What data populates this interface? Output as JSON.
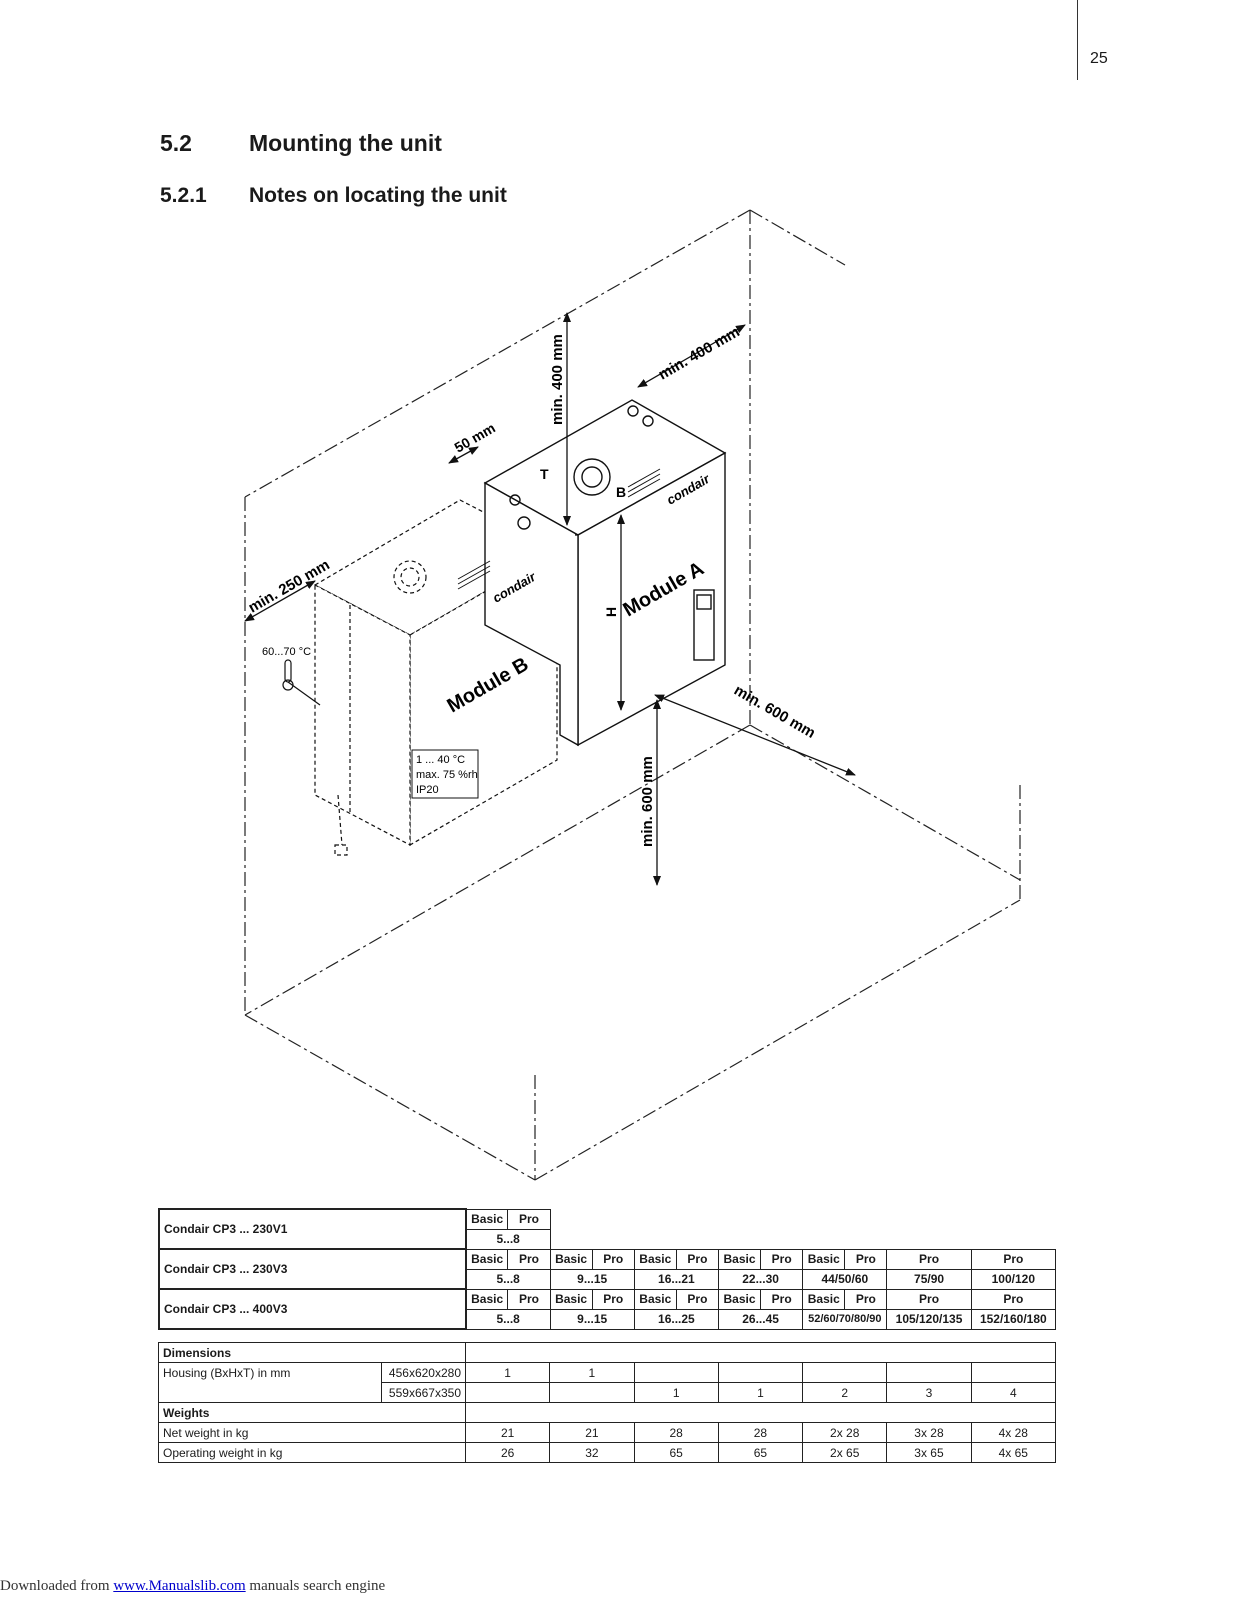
{
  "page": {
    "number": "25"
  },
  "section": {
    "number": "5.2",
    "title": "Mounting the unit"
  },
  "subsection": {
    "number": "5.2.1",
    "title": "Notes on locating the unit"
  },
  "figure": {
    "dim_top": "min. 400 mm",
    "dim_back": "min. 400 mm",
    "dim_gap": "50 mm",
    "dim_left": "min. 250 mm",
    "dim_front": "min. 600 mm",
    "dim_bottom": "min. 600 mm",
    "module_a": "Module A",
    "module_b": "Module B",
    "letter_h": "H",
    "letter_t": "T",
    "letter_b": "B",
    "brand_a": "condair",
    "brand_b": "condair",
    "temp_pipe": "60...70 °C",
    "ambient_1": "1 ... 40 °C",
    "ambient_2": "max. 75 %rh",
    "ambient_3": "IP20"
  },
  "models_table": {
    "rows": [
      {
        "label": "Condair CP3 ... 230V1",
        "groups": [
          {
            "variants": [
              "Basic",
              "Pro"
            ],
            "capacity": "5...8"
          }
        ]
      },
      {
        "label": "Condair CP3 ... 230V3",
        "groups": [
          {
            "variants": [
              "Basic",
              "Pro"
            ],
            "capacity": "5...8"
          },
          {
            "variants": [
              "Basic",
              "Pro"
            ],
            "capacity": "9...15"
          },
          {
            "variants": [
              "Basic",
              "Pro"
            ],
            "capacity": "16...21"
          },
          {
            "variants": [
              "Basic",
              "Pro"
            ],
            "capacity": "22...30"
          },
          {
            "variants": [
              "Basic",
              "Pro"
            ],
            "capacity": "44/50/60"
          },
          {
            "variants": [
              "Pro"
            ],
            "capacity": "75/90"
          },
          {
            "variants": [
              "Pro"
            ],
            "capacity": "100/120"
          }
        ]
      },
      {
        "label": "Condair CP3 ... 400V3",
        "groups": [
          {
            "variants": [
              "Basic",
              "Pro"
            ],
            "capacity": "5...8"
          },
          {
            "variants": [
              "Basic",
              "Pro"
            ],
            "capacity": "9...15"
          },
          {
            "variants": [
              "Basic",
              "Pro"
            ],
            "capacity": "16...25"
          },
          {
            "variants": [
              "Basic",
              "Pro"
            ],
            "capacity": "26...45"
          },
          {
            "variants": [
              "Basic",
              "Pro"
            ],
            "capacity": "52/60/70/80/90"
          },
          {
            "variants": [
              "Pro"
            ],
            "capacity": "105/120/135"
          },
          {
            "variants": [
              "Pro"
            ],
            "capacity": "152/160/180"
          }
        ]
      }
    ]
  },
  "specs_table": {
    "dimensions_header": "Dimensions",
    "housing_label": "Housing (BxHxT) in mm",
    "housing_rows": [
      {
        "size": "456x620x280",
        "values": [
          "1",
          "1",
          "",
          "",
          "",
          "",
          ""
        ]
      },
      {
        "size": "559x667x350",
        "values": [
          "",
          "",
          "1",
          "1",
          "2",
          "3",
          "4"
        ]
      }
    ],
    "weights_header": "Weights",
    "net_label": "Net weight in kg",
    "net_values": [
      "21",
      "21",
      "28",
      "28",
      "2x 28",
      "3x 28",
      "4x 28"
    ],
    "operating_label": "Operating weight in kg",
    "operating_values": [
      "26",
      "32",
      "65",
      "65",
      "2x 65",
      "3x 65",
      "4x 65"
    ]
  },
  "footer": {
    "prefix": "Downloaded from ",
    "link": "www.Manualslib.com",
    "suffix": " manuals search engine"
  }
}
